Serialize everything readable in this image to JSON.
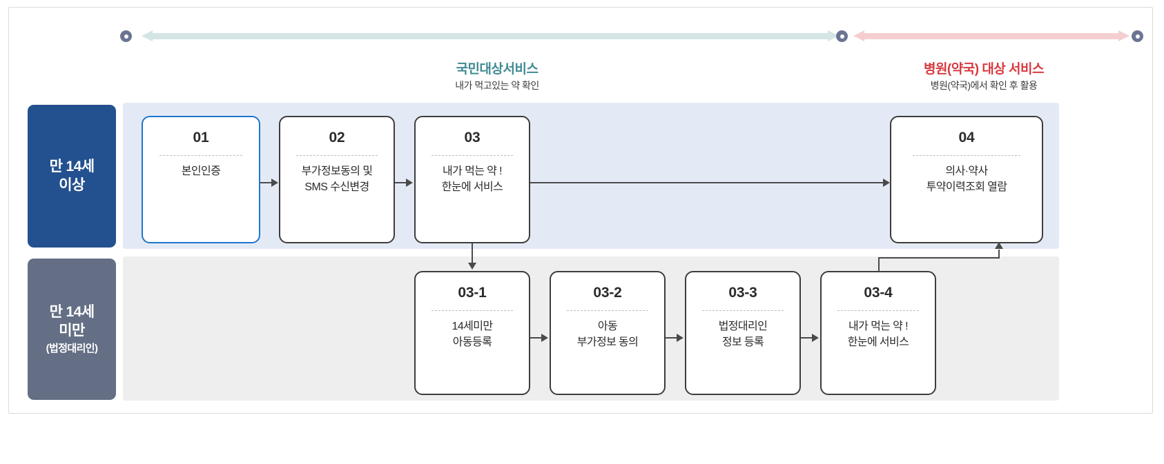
{
  "diagram": {
    "title": "",
    "colors": {
      "left_scope_accent": "#3f8a92",
      "left_scope_arrow": "#d4e5e4",
      "right_scope_accent": "#d8383f",
      "right_scope_arrow": "#f5cfd0",
      "dot_marker": "#6b7593",
      "row1_label_bg": "#23508f",
      "row2_label_bg": "#646f85",
      "row1_panel_bg": "#e4eaf5",
      "row2_panel_bg": "#eeeeee",
      "box_border": "#3c3c3c",
      "box_border_accent": "#1f74d0",
      "connector": "#4a4a4a"
    },
    "scopes": [
      {
        "name": "citizen-scope",
        "title": "국민대상서비스",
        "subtitle": "내가 먹고있는 약 확인"
      },
      {
        "name": "hospital-scope",
        "title": "병원(약국) 대상 서비스",
        "subtitle": "병원(약국)에서 확인 후 활용"
      }
    ],
    "rows": [
      {
        "name": "age-14-and-over",
        "label_line1": "만 14세",
        "label_line2": "이상",
        "label_note": ""
      },
      {
        "name": "age-under-14",
        "label_line1": "만 14세",
        "label_line2": "미만",
        "label_note": "(법정대리인)"
      }
    ],
    "steps_row1": [
      {
        "id": "step-01",
        "number": "01",
        "label": "본인인증",
        "accent": true
      },
      {
        "id": "step-02",
        "number": "02",
        "label": "부가정보동의 및\nSMS 수신변경",
        "accent": false
      },
      {
        "id": "step-03",
        "number": "03",
        "label": "내가 먹는 약 !\n한눈에 서비스",
        "accent": false
      },
      {
        "id": "step-04",
        "number": "04",
        "label": "의사·약사\n투약이력조회 열람",
        "accent": false
      }
    ],
    "steps_row2": [
      {
        "id": "step-03-1",
        "number": "03-1",
        "label": "14세미만\n아동등록",
        "accent": false
      },
      {
        "id": "step-03-2",
        "number": "03-2",
        "label": "아동\n부가정보 동의",
        "accent": false
      },
      {
        "id": "step-03-3",
        "number": "03-3",
        "label": "법정대리인\n정보 등록",
        "accent": false
      },
      {
        "id": "step-03-4",
        "number": "03-4",
        "label": "내가 먹는 약 !\n한눈에 서비스",
        "accent": false
      }
    ]
  }
}
